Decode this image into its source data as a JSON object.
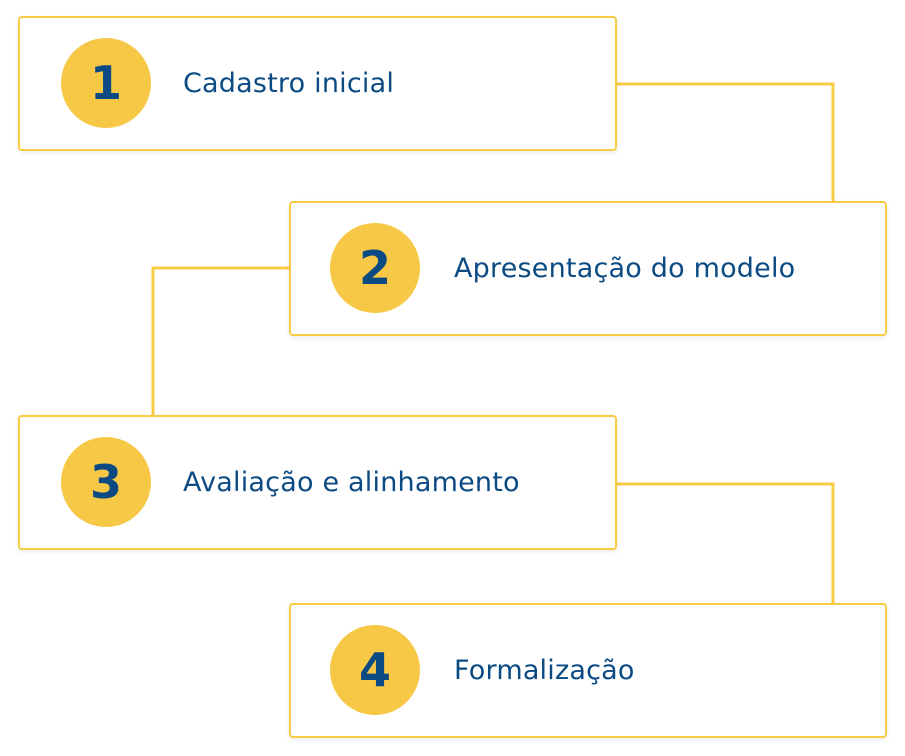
{
  "colors": {
    "accent": "#f7c846",
    "border": "#f7cc45",
    "text": "#0c4a83",
    "background": "#ffffff"
  },
  "steps": [
    {
      "number": "1",
      "label": "Cadastro inicial"
    },
    {
      "number": "2",
      "label": "Apresentação do modelo"
    },
    {
      "number": "3",
      "label": "Avaliação e alinhamento"
    },
    {
      "number": "4",
      "label": "Formalização"
    }
  ]
}
